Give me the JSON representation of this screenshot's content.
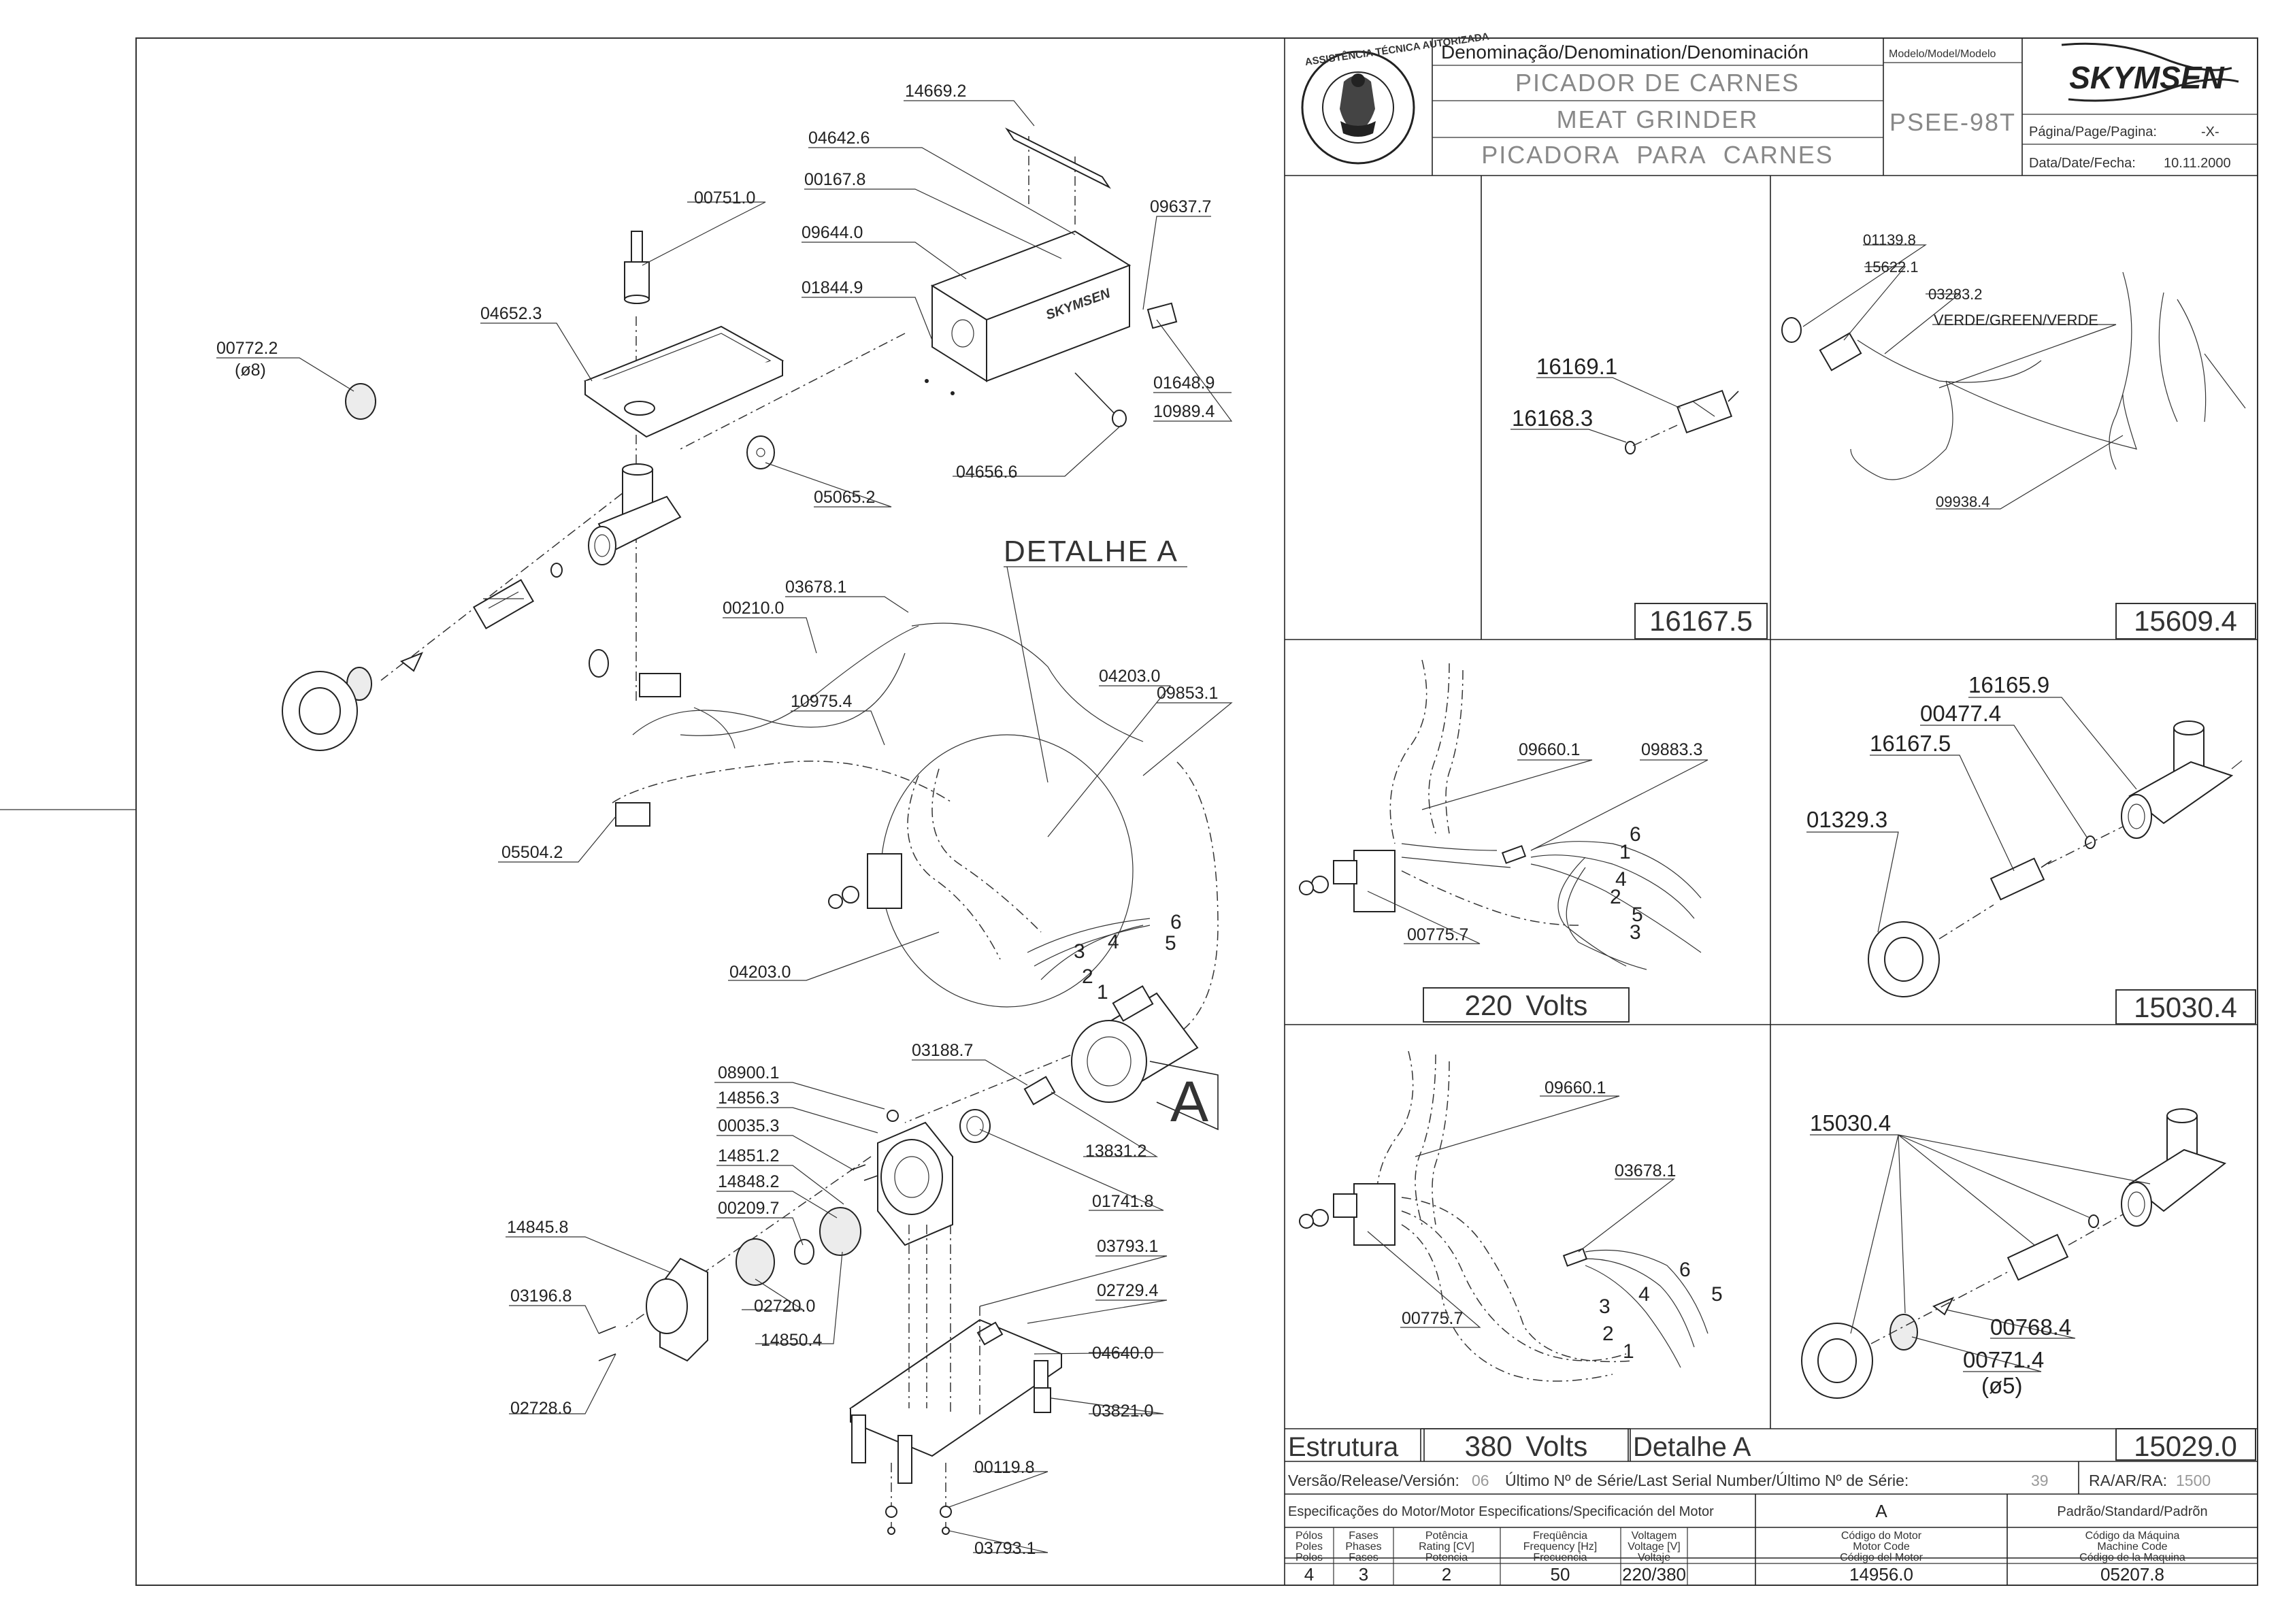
{
  "title_block": {
    "denomination_header": "Denominação/Denomination/Denominación",
    "model_header": "Modelo/Model/Modelo",
    "name_pt": "PICADOR DE CARNES",
    "name_en": "MEAT GRINDER",
    "name_es": "PICADORA PARA CARNES",
    "model": "PSEE-98T",
    "brand": "SKYMSEN",
    "page_label": "Página/Page/Pagina:",
    "page_value": "-X-",
    "date_label": "Data/Date/Fecha:",
    "date_value": "10.11.2000",
    "seal_text": "ASSISTÊNCIA TÉCNICA AUTORIZADA"
  },
  "main_labels": [
    "14669.2",
    "04642.6",
    "00167.8",
    "09644.0",
    "01844.9",
    "09637.7",
    "01648.9",
    "10989.4",
    "04656.6",
    "00751.0",
    "04652.3",
    "00772.2",
    "(ø8)",
    "05065.2",
    "03678.1",
    "00210.0",
    "10975.4",
    "05504.2",
    "04203.0",
    "09853.1",
    "04203.0",
    "03188.7",
    "13831.2",
    "01741.8",
    "08900.1",
    "14856.3",
    "00035.3",
    "14851.2",
    "14848.2",
    "00209.7",
    "14845.8",
    "03196.8",
    "02720.0",
    "14850.4",
    "02728.6",
    "03793.1",
    "02729.4",
    "04640.0",
    "03821.0",
    "00119.8",
    "03793.1"
  ],
  "detail_a": {
    "title": "DETALHE A",
    "letter": "A",
    "wire_numbers": [
      "6",
      "4",
      "5",
      "3",
      "2",
      "1"
    ]
  },
  "panels": {
    "p16167": {
      "labels": [
        "16169.1",
        "16168.3"
      ],
      "code": "16167.5"
    },
    "p15609": {
      "labels": [
        "01139.8",
        "15622.1",
        "03283.2",
        "VERDE/GREEN/VERDE",
        "09938.4"
      ],
      "code": "15609.4"
    },
    "p220": {
      "labels": [
        "09660.1",
        "09883.3",
        "00775.7"
      ],
      "wires": [
        "6",
        "1",
        "4",
        "2",
        "5",
        "3"
      ],
      "caption": "220 Volts"
    },
    "p15030": {
      "labels": [
        "16165.9",
        "00477.4",
        "16167.5",
        "01329.3"
      ],
      "code": "15030.4"
    },
    "p380": {
      "labels": [
        "09660.1",
        "03678.1",
        "00775.7"
      ],
      "wires": [
        "6",
        "4",
        "5",
        "3",
        "2",
        "1"
      ],
      "caption_left": "Estrutura",
      "caption": "380 Volts",
      "caption_right": "Detalhe A"
    },
    "p15029": {
      "labels": [
        "15030.4",
        "00768.4",
        "00771.4",
        "(ø5)"
      ],
      "code": "15029.0"
    }
  },
  "footer": {
    "version_label": "Versão/Release/Versión:",
    "version_value": "06",
    "serial_label": "Último Nº de Série/Last Serial Number/Último Nº de Série:",
    "serial_value": "39",
    "ra_label": "RA/AR/RA:",
    "ra_value": "1500",
    "motor_spec_label": "Especificações do Motor/Motor Especifications/Specificación del Motor",
    "col_a": "A",
    "col_standard": "Padrão/Standard/Padrõn",
    "headers": [
      [
        "Pólos",
        "Poles",
        "Polos"
      ],
      [
        "Fases",
        "Phases",
        "Fases"
      ],
      [
        "Potência",
        "Rating [CV]",
        "Potencia"
      ],
      [
        "Freqüência",
        "Frequency [Hz]",
        "Frecuencia"
      ],
      [
        "Voltagem",
        "Voltage [V]",
        "Voltaje"
      ],
      [
        "Código do Motor",
        "Motor Code",
        "Código del Motor"
      ],
      [
        "Código da Máquina",
        "Machine Code",
        "Código de la Maquina"
      ]
    ],
    "values": [
      "4",
      "3",
      "2",
      "50",
      "220/380",
      "14956.0",
      "05207.8"
    ]
  }
}
